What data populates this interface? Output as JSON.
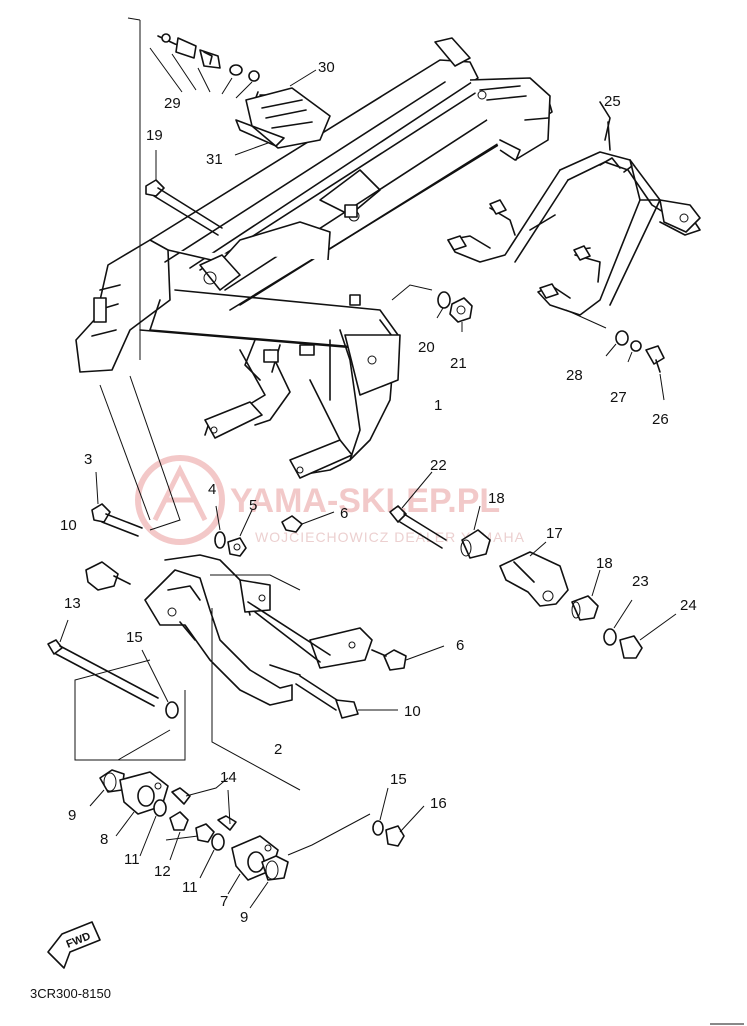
{
  "watermark": {
    "brand": "YAMA-SKLEP.PL",
    "dealer": "WOJCIECHOWICZ DEALER YAMAHA",
    "brand_color": "#f2c9c9"
  },
  "fwd_label": "FWD",
  "diagram_code": "3CR300-8150",
  "callouts": [
    {
      "id": "c1",
      "label": "1"
    },
    {
      "id": "c2",
      "label": "2"
    },
    {
      "id": "c3",
      "label": "3"
    },
    {
      "id": "c4",
      "label": "4"
    },
    {
      "id": "c5",
      "label": "5"
    },
    {
      "id": "c6a",
      "label": "6"
    },
    {
      "id": "c6b",
      "label": "6"
    },
    {
      "id": "c7",
      "label": "7"
    },
    {
      "id": "c8",
      "label": "8"
    },
    {
      "id": "c9a",
      "label": "9"
    },
    {
      "id": "c9b",
      "label": "9"
    },
    {
      "id": "c10a",
      "label": "10"
    },
    {
      "id": "c10b",
      "label": "10"
    },
    {
      "id": "c11a",
      "label": "11"
    },
    {
      "id": "c11b",
      "label": "11"
    },
    {
      "id": "c12",
      "label": "12"
    },
    {
      "id": "c13",
      "label": "13"
    },
    {
      "id": "c14",
      "label": "14"
    },
    {
      "id": "c15a",
      "label": "15"
    },
    {
      "id": "c15b",
      "label": "15"
    },
    {
      "id": "c16",
      "label": "16"
    },
    {
      "id": "c17",
      "label": "17"
    },
    {
      "id": "c18a",
      "label": "18"
    },
    {
      "id": "c18b",
      "label": "18"
    },
    {
      "id": "c19",
      "label": "19"
    },
    {
      "id": "c20",
      "label": "20"
    },
    {
      "id": "c21",
      "label": "21"
    },
    {
      "id": "c22",
      "label": "22"
    },
    {
      "id": "c23",
      "label": "23"
    },
    {
      "id": "c24",
      "label": "24"
    },
    {
      "id": "c25",
      "label": "25"
    },
    {
      "id": "c26",
      "label": "26"
    },
    {
      "id": "c27",
      "label": "27"
    },
    {
      "id": "c28",
      "label": "28"
    },
    {
      "id": "c29",
      "label": "29"
    },
    {
      "id": "c30",
      "label": "30"
    },
    {
      "id": "c31",
      "label": "31"
    }
  ]
}
